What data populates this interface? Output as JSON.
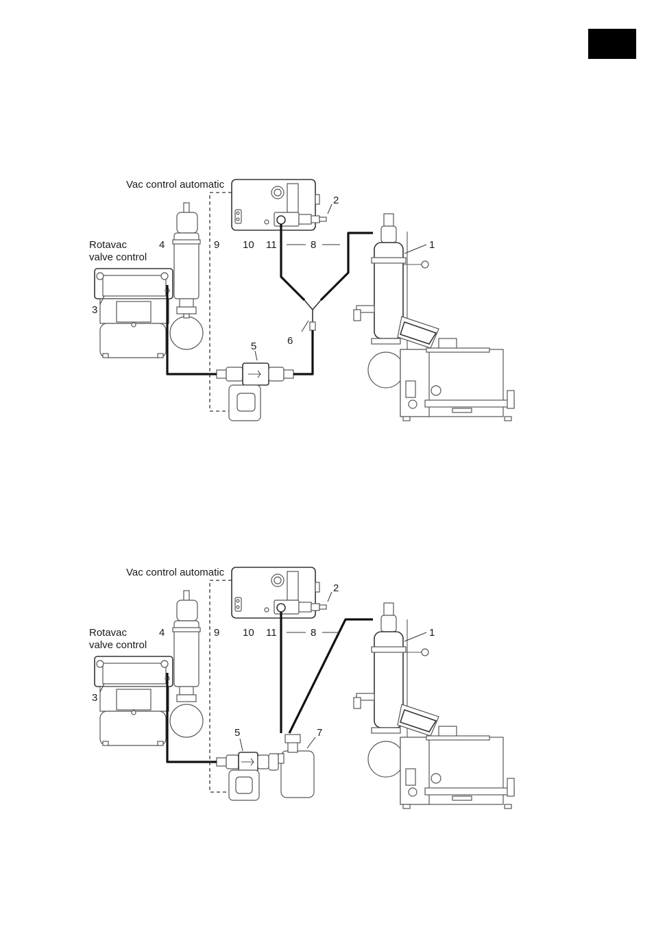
{
  "figures": [
    {
      "title": "Vac control automatic",
      "valve_label_line1": "Rotavac",
      "valve_label_line2": "valve control",
      "callouts": [
        "1",
        "2",
        "3",
        "4",
        "5",
        "6",
        "8",
        "9",
        "10",
        "11"
      ]
    },
    {
      "title": "Vac control automatic",
      "valve_label_line1": "Rotavac",
      "valve_label_line2": "valve control",
      "callouts": [
        "1",
        "2",
        "3",
        "4",
        "5",
        "7",
        "8",
        "9",
        "10",
        "11"
      ]
    }
  ]
}
